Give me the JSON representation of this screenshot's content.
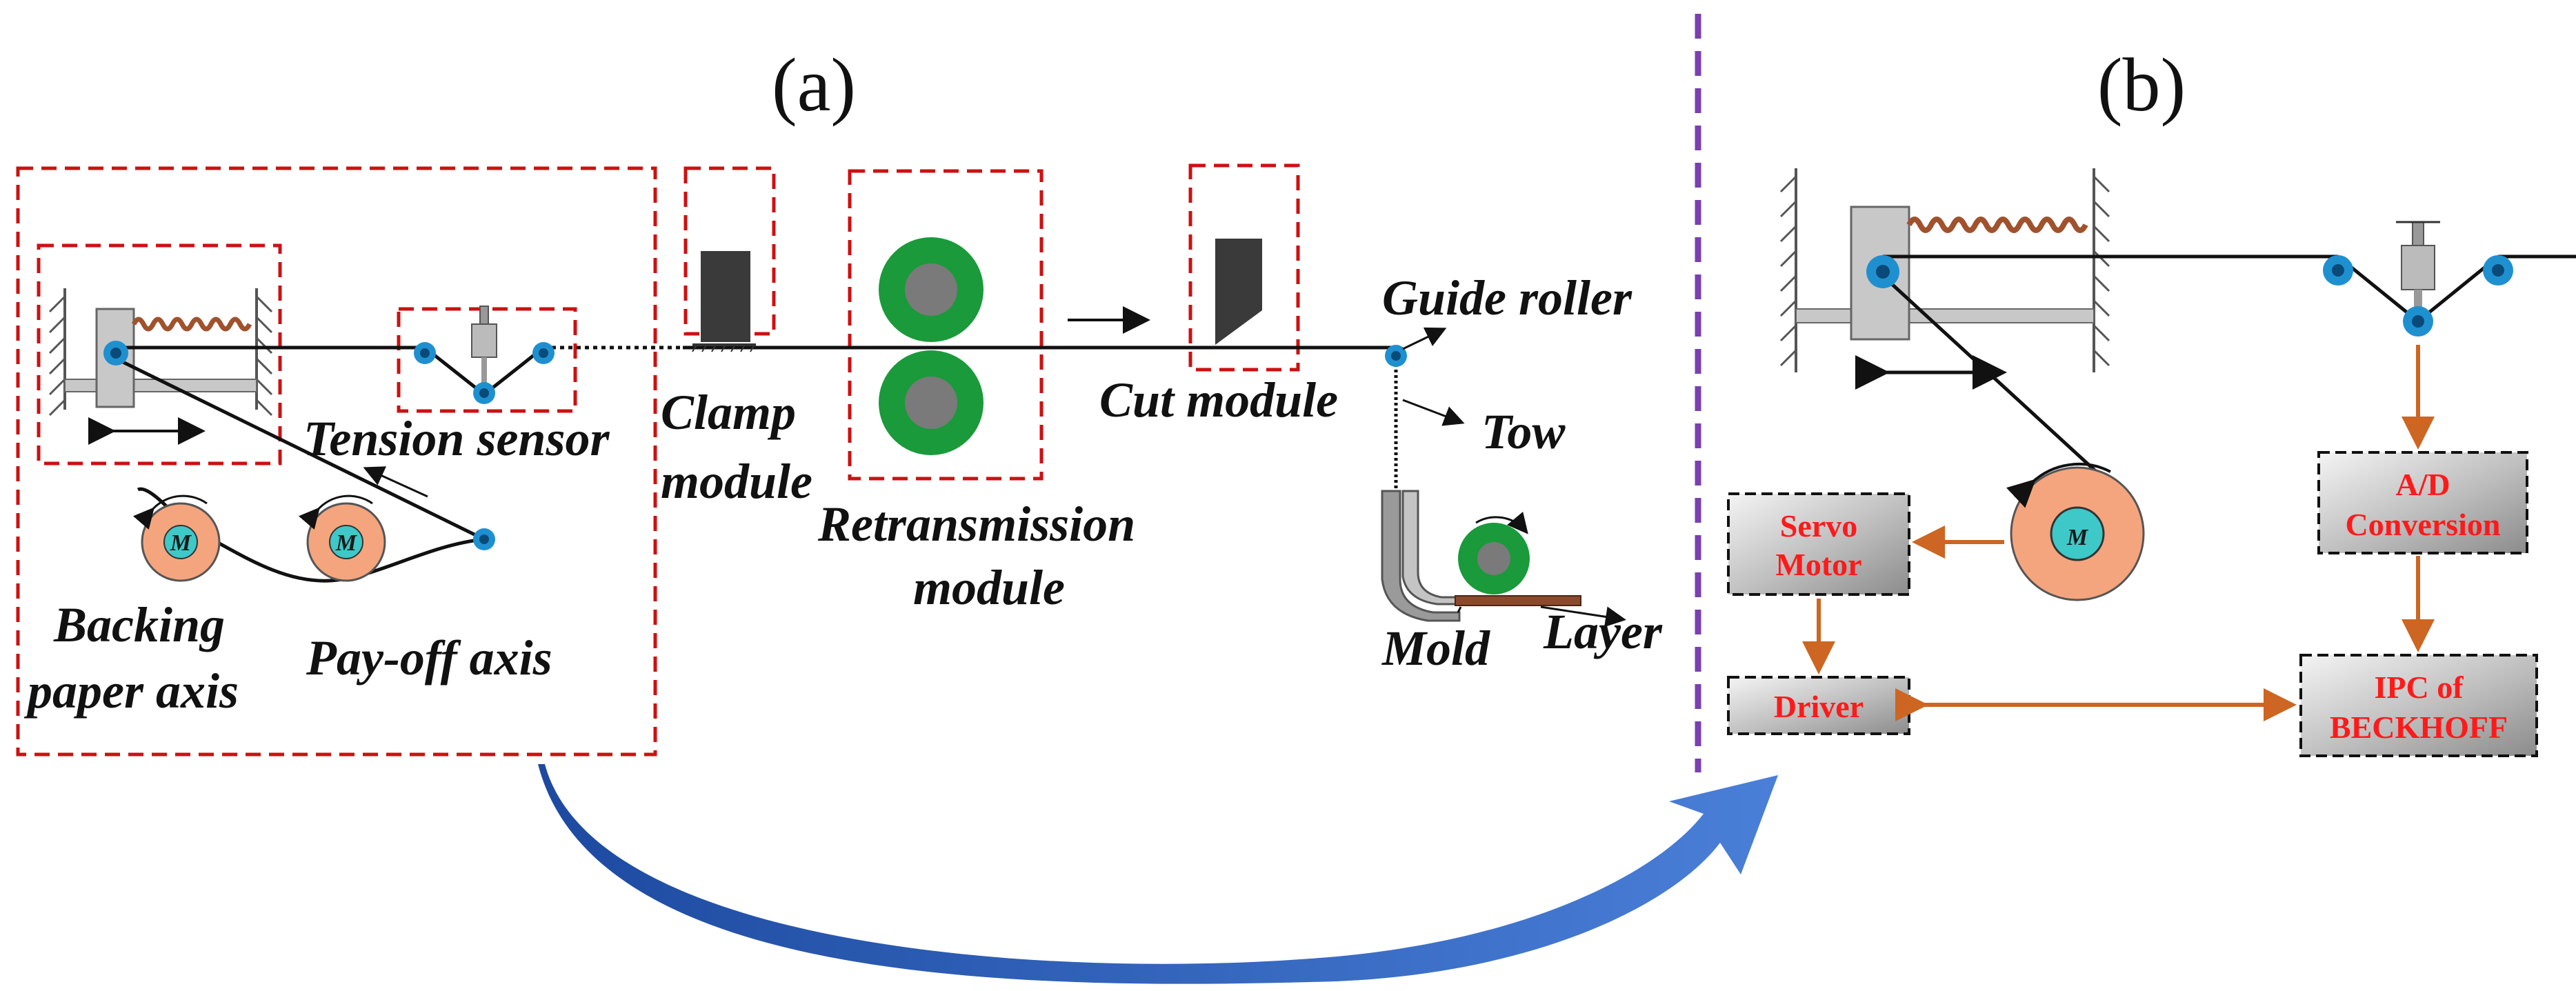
{
  "panels": {
    "a_label": "(a)",
    "b_label": "(b)"
  },
  "panel_a": {
    "tension_sensor": "Tension sensor",
    "clamp_line1": "Clamp",
    "clamp_line2": "module",
    "retrans_line1": "Retransmission",
    "retrans_line2": "module",
    "cut_module": "Cut module",
    "guide_roller": "Guide roller",
    "tow": "Tow",
    "backing_line1": "Backing",
    "backing_line2": "paper axis",
    "payoff": "Pay-off axis",
    "mold": "Mold",
    "layer": "Layer",
    "motor_symbol": "M"
  },
  "panel_b": {
    "servo_line1": "Servo",
    "servo_line2": "Motor",
    "driver": "Driver",
    "ad_line1": "A/D",
    "ad_line2": "Conversion",
    "ipc_line1": "IPC of",
    "ipc_line2": "BECKHOFF",
    "motor_symbol": "M"
  },
  "colors": {
    "dashed_box": "#cc1111",
    "divider": "#7b3fb0",
    "motor_fill": "#f4a57e",
    "motor_core": "#3ec8c8",
    "roller_blue": "#1e90d0",
    "green_roller": "#1a9a3a",
    "arrow_orange": "#cc6622",
    "big_arrow": "#2f5fb8",
    "text_red": "#ff1a1a"
  }
}
